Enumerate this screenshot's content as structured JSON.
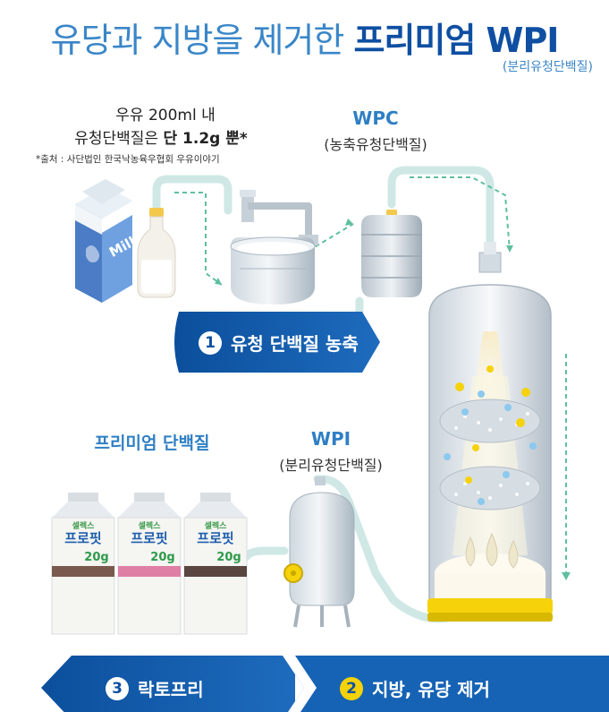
{
  "header": {
    "title_main": "유당과 지방을 제거한",
    "title_emph": "프리미엄 WPI",
    "title_sub": "(분리유청단백질)"
  },
  "milk_note": {
    "line1": "우유 200ml 내",
    "line2_pre": "유청단백질은",
    "line2_emph": "단 1.2g 뿐*",
    "source": "*출처 : 사단법인 한국낙농육우협회 우유이야기",
    "carton_label": "Milk"
  },
  "wpc": {
    "name": "WPC",
    "desc": "(농축유청단백질)"
  },
  "wpi": {
    "name": "WPI",
    "desc": "(분리유청단백질)"
  },
  "products": {
    "heading": "프리미엄 단백질",
    "brand_small": "셀렉스",
    "brand": "프로핏",
    "protein_badge": "20g",
    "items": [
      {
        "band_color": "#7a5a4e"
      },
      {
        "band_color": "#e07fa6"
      },
      {
        "band_color": "#5a4640"
      }
    ]
  },
  "steps": [
    {
      "num": "1",
      "label": "유청 단백질 농축"
    },
    {
      "num": "2",
      "label": "지방, 유당 제거"
    },
    {
      "num": "3",
      "label": "락토프리"
    }
  ],
  "colors": {
    "accent_dark": "#0e4fa2",
    "accent_light": "#3a86c8",
    "pipe": "#cfe8e6",
    "arrow_green": "#5fbfa0",
    "highlight_yellow": "#f5d20a"
  }
}
